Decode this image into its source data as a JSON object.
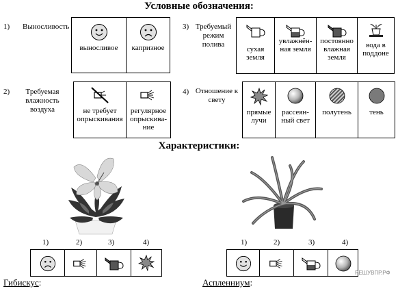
{
  "heading_legend": "Условные обозначения:",
  "heading_characteristics": "Характеристики:",
  "groups": [
    {
      "num": "1)",
      "label": "Выносливость",
      "items": [
        {
          "icon": "smile-face-icon",
          "caption": "выносливое"
        },
        {
          "icon": "sad-face-icon",
          "caption": "капризное"
        }
      ]
    },
    {
      "num": "3)",
      "label": "Требуемый режим полива",
      "items": [
        {
          "icon": "watering-can-empty-icon",
          "caption": "сухая земля"
        },
        {
          "icon": "watering-can-half-icon",
          "caption": "увлажнён-ная земля"
        },
        {
          "icon": "watering-can-full-icon",
          "caption": "постоянно влажная земля"
        },
        {
          "icon": "potted-plant-tray-icon",
          "caption": "вода в поддоне"
        }
      ]
    },
    {
      "num": "2)",
      "label": "Требуемая влажность воздуха",
      "items": [
        {
          "icon": "sprayer-crossed-icon",
          "caption": "не требует опрыскивания"
        },
        {
          "icon": "sprayer-icon",
          "caption": "регулярное опрыскива-ние"
        }
      ]
    },
    {
      "num": "4)",
      "label": "Отношение к свету",
      "items": [
        {
          "icon": "sunburst-icon",
          "caption": "прямые лучи"
        },
        {
          "icon": "gradient-sphere-icon",
          "caption": "рассеян-ный свет"
        },
        {
          "icon": "striped-sphere-icon",
          "caption": "полутень"
        },
        {
          "icon": "gray-sphere-icon",
          "caption": "тень"
        }
      ]
    }
  ],
  "plants": [
    {
      "name": "Гибискус",
      "colon": ":",
      "numbers": [
        "1)",
        "2)",
        "3)",
        "4)"
      ],
      "icons": [
        "sad-face-icon",
        "sprayer-icon",
        "watering-can-full-icon",
        "sunburst-icon"
      ]
    },
    {
      "name": "Аспленниум",
      "colon": ":",
      "numbers": [
        "1)",
        "2)",
        "3)",
        "4)"
      ],
      "icons": [
        "smile-face-icon",
        "sprayer-icon",
        "watering-can-half-icon",
        "gradient-sphere-icon"
      ]
    }
  ],
  "watermark": "РЕШУВПР.РФ"
}
